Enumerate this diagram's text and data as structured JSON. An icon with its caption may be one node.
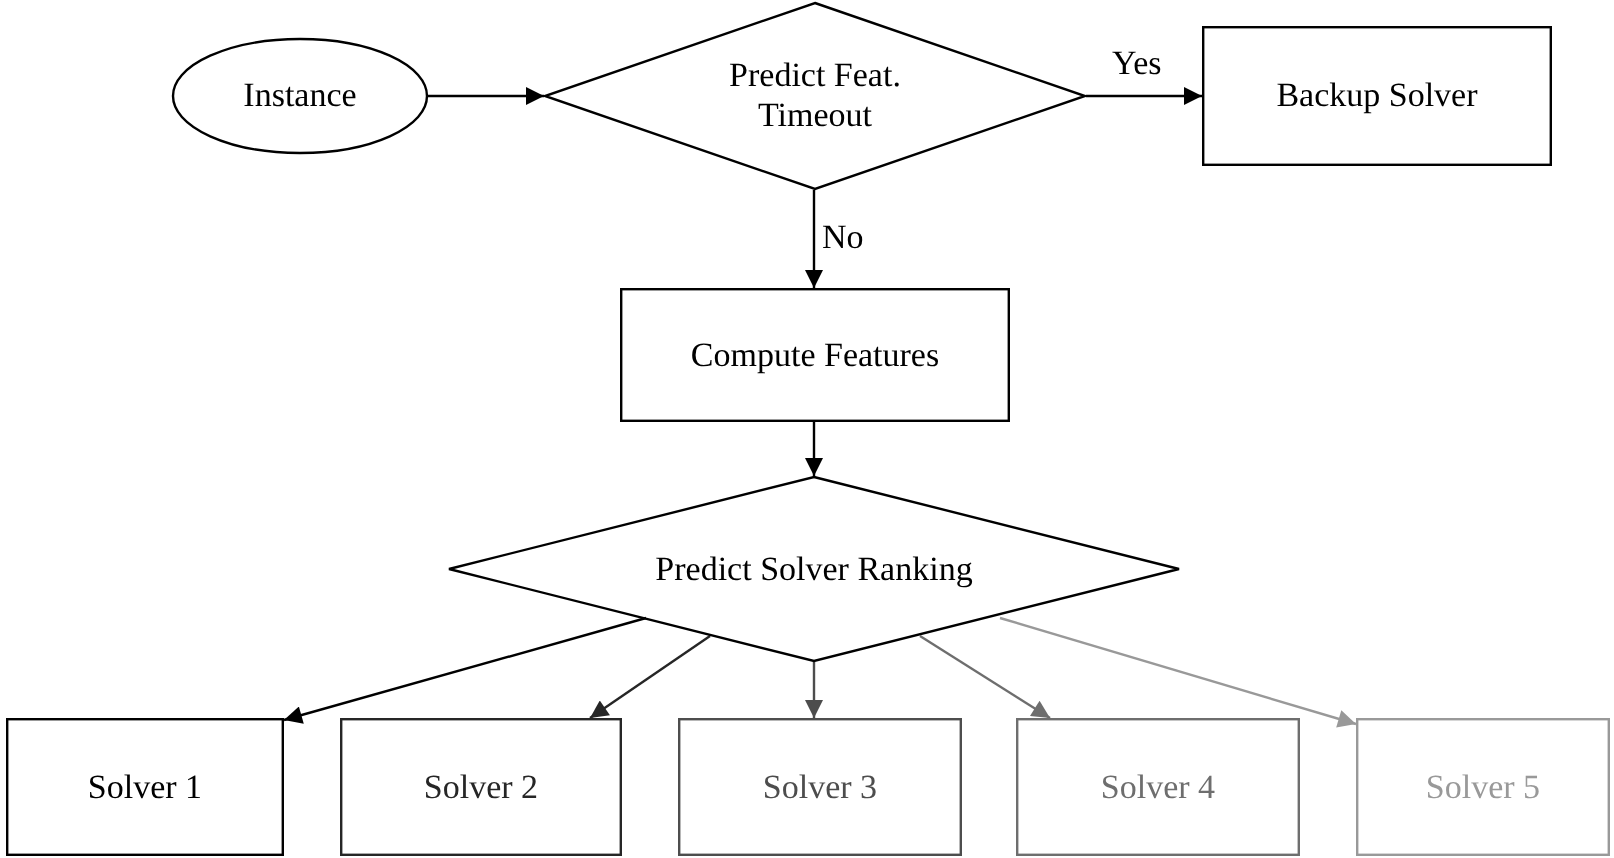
{
  "diagram": {
    "nodes": [
      {
        "text": [
          "Instance"
        ]
      },
      {
        "text": [
          "Predict Feat. Timeout"
        ]
      },
      {
        "text": [
          "Backup Solver"
        ]
      },
      {
        "text": [
          "Compute Features"
        ]
      },
      {
        "text": [
          "Predict Solver Ranking"
        ]
      },
      {
        "text": [
          "Solver 1"
        ]
      },
      {
        "text": [
          "Solver 2"
        ]
      },
      {
        "text": [
          "Solver 3"
        ]
      },
      {
        "text": [
          "Solver 4"
        ]
      },
      {
        "text": [
          "Solver 5"
        ]
      }
    ],
    "edges": [
      {
        "from": 0,
        "to": 1,
        "arrow": "to"
      },
      {
        "from": 1,
        "to": 2,
        "arrow": "to",
        "label": "Yes"
      },
      {
        "from": 1,
        "to": 3,
        "arrow": "to",
        "label": "No"
      },
      {
        "from": 3,
        "to": 4,
        "arrow": "to"
      },
      {
        "from": 4,
        "to": 5,
        "arrow": "to"
      },
      {
        "from": 4,
        "to": 6,
        "arrow": "to",
        "color": "#262626"
      },
      {
        "from": 4,
        "to": 7,
        "arrow": "to",
        "color": "#4d4d4d"
      },
      {
        "from": 4,
        "to": 8,
        "arrow": "to",
        "color": "#6e6e6e"
      },
      {
        "from": 4,
        "to": 9,
        "arrow": "to",
        "color": "#999999"
      }
    ]
  }
}
